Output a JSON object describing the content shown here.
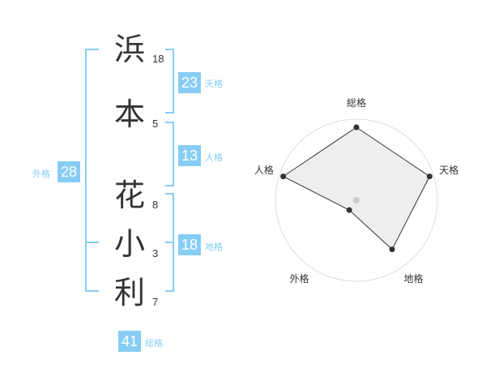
{
  "name": {
    "chars": [
      {
        "char": "浜",
        "strokes": "18"
      },
      {
        "char": "本",
        "strokes": "5"
      },
      {
        "char": "花",
        "strokes": "8"
      },
      {
        "char": "小",
        "strokes": "3"
      },
      {
        "char": "利",
        "strokes": "7"
      }
    ]
  },
  "kaku": {
    "tenkaku": {
      "value": "23",
      "label": "天格"
    },
    "jinkaku": {
      "value": "13",
      "label": "人格"
    },
    "chikaku": {
      "value": "18",
      "label": "地格"
    },
    "gaikaku": {
      "value": "28",
      "label": "外格"
    },
    "soukaku": {
      "value": "41",
      "label": "総格"
    }
  },
  "colors": {
    "accent": "#87cdf5",
    "text": "#333333"
  },
  "chart_data": {
    "type": "radar",
    "axes": [
      "総格",
      "天格",
      "地格",
      "外格",
      "人格"
    ],
    "values": [
      0.9,
      0.95,
      0.75,
      0.15,
      0.95
    ],
    "range": [
      0,
      1
    ],
    "rings": 5,
    "grid": true
  }
}
